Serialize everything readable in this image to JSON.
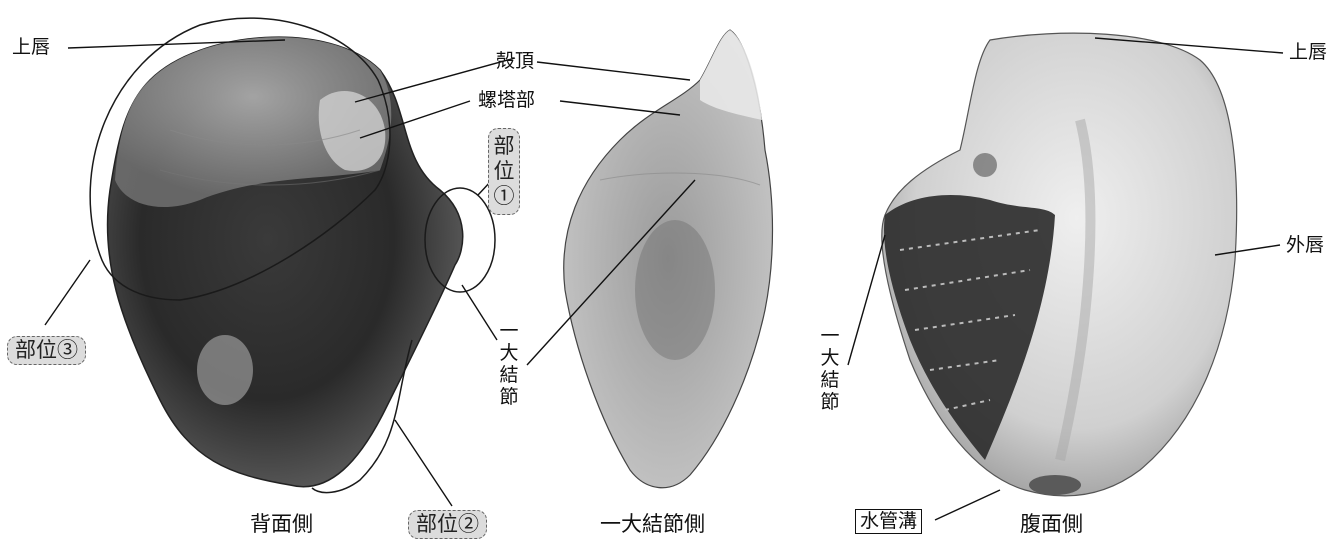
{
  "views": {
    "dorsal": "背面側",
    "side": "一大結節側",
    "ventral": "腹面側"
  },
  "labels": {
    "upper_lip_left": "上唇",
    "upper_lip_right": "上唇",
    "apex": "殻頂",
    "spire": "螺塔部",
    "outer_lip": "外唇",
    "large_knob_1": "一大結節",
    "large_knob_2": "一大結節",
    "siphonal_canal": "水管溝"
  },
  "regions": {
    "part1": "部位①",
    "part2": "部位②",
    "part3": "部位③"
  }
}
